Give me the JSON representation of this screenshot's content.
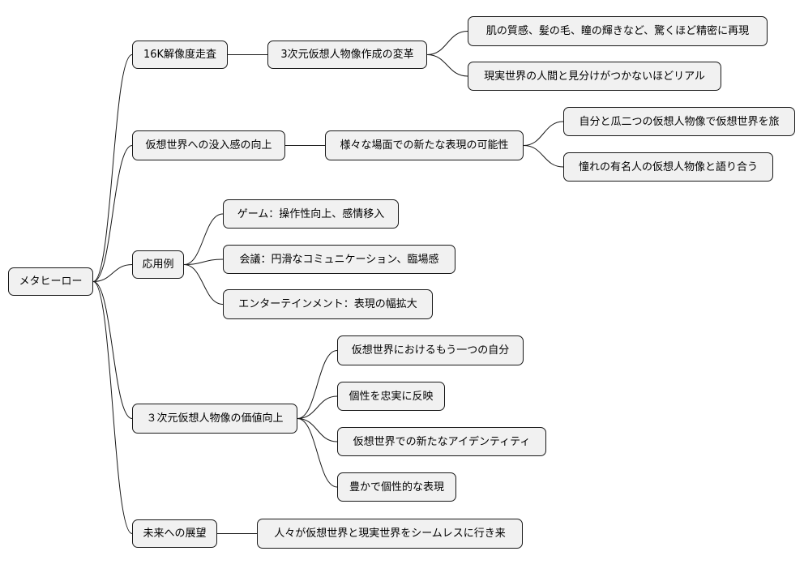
{
  "mindmap": {
    "root": "メタヒーロー",
    "branches": [
      {
        "label": "16K解像度走査",
        "children": [
          {
            "label": "3次元仮想人物像作成の変革",
            "children": [
              "肌の質感、髪の毛、瞳の輝きなど、驚くほど精密に再現",
              "現実世界の人間と見分けがつかないほどリアル"
            ]
          }
        ]
      },
      {
        "label": "仮想世界への没入感の向上",
        "children": [
          {
            "label": "様々な場面での新たな表現の可能性",
            "children": [
              "自分と瓜二つの仮想人物像で仮想世界を旅",
              "憧れの有名人の仮想人物像と語り合う"
            ]
          }
        ]
      },
      {
        "label": "応用例",
        "children": [
          "ゲーム：操作性向上、感情移入",
          "会議：円滑なコミュニケーション、臨場感",
          "エンターテインメント：表現の幅拡大"
        ]
      },
      {
        "label": "３次元仮想人物像の価値向上",
        "children": [
          "仮想世界におけるもう一つの自分",
          "個性を忠実に反映",
          "仮想世界での新たなアイデンティティ",
          "豊かで個性的な表現"
        ]
      },
      {
        "label": "未来への展望",
        "children": [
          "人々が仮想世界と現実世界をシームレスに行き来"
        ]
      }
    ]
  },
  "colors": {
    "node_fill": "#f1f1f1",
    "node_border": "#181818",
    "edge": "#181818"
  }
}
